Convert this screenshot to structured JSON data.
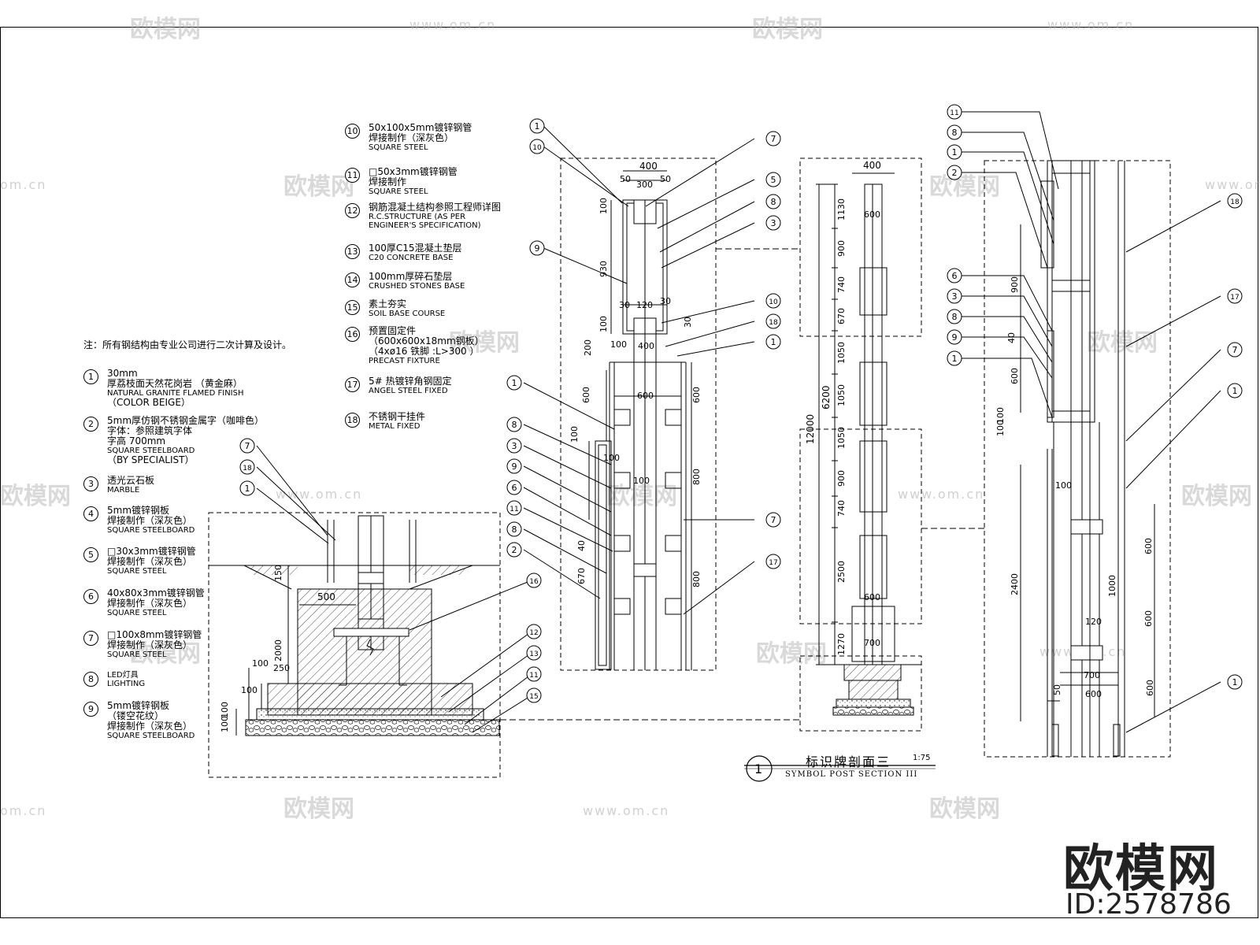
{
  "note": "注：所有钢结构由专业公司进行二次计算及设计。",
  "legend_left": [
    {
      "num": "1",
      "lines": [
        "30mm",
        "厚荔枝面天然花岗岩 （黄金麻）",
        "NATURAL GRANITE FLAMED FINISH",
        "（COLOR BEIGE）"
      ]
    },
    {
      "num": "2",
      "lines": [
        "5mm厚仿钢不锈钢金属字（咖啡色）",
        "字体：参照建筑字体",
        "字高 700mm",
        "SQUARE STEELBOARD",
        "（BY SPECIALIST）"
      ]
    },
    {
      "num": "3",
      "lines": [
        "透光云石板",
        "MARBLE"
      ]
    },
    {
      "num": "4",
      "lines": [
        "5mm镀锌钢板",
        "焊接制作（深灰色）",
        "SQUARE STEELBOARD"
      ]
    },
    {
      "num": "5",
      "lines": [
        "□30x3mm镀锌钢管",
        "焊接制作（深灰色）",
        "SQUARE STEEL"
      ]
    },
    {
      "num": "6",
      "lines": [
        "40x80x3mm镀锌钢管",
        "焊接制作（深灰色）",
        "SQUARE STEEL"
      ]
    },
    {
      "num": "7",
      "lines": [
        "□100x8mm镀锌钢管",
        "焊接制作（深灰色）",
        "SQUARE STEEL"
      ]
    },
    {
      "num": "8",
      "lines": [
        "LED灯具",
        "LIGHTING"
      ]
    },
    {
      "num": "9",
      "lines": [
        "5mm镀锌钢板",
        "（镂空花纹）",
        "焊接制作（深灰色）",
        "SQUARE STEELBOARD"
      ]
    }
  ],
  "legend_right": [
    {
      "num": "10",
      "lines": [
        "50x100x5mm镀锌钢管",
        "焊接制作（深灰色）",
        "SQUARE STEEL"
      ]
    },
    {
      "num": "11",
      "lines": [
        "□50x3mm镀锌钢管",
        "焊接制作",
        "SQUARE STEEL"
      ]
    },
    {
      "num": "12",
      "lines": [
        "钢筋混凝土结构参照工程师详图",
        "R.C.STRUCTURE (AS PER",
        "ENGINEER'S SPECIFICATION)"
      ]
    },
    {
      "num": "13",
      "lines": [
        "100厚C15混凝土垫层",
        "C20 CONCRETE BASE"
      ]
    },
    {
      "num": "14",
      "lines": [
        "100mm厚碎石垫层",
        "CRUSHED STONES BASE"
      ]
    },
    {
      "num": "15",
      "lines": [
        "素土夯实",
        "SOIL BASE COURSE"
      ]
    },
    {
      "num": "16",
      "lines": [
        "预置固定件",
        "（600x600x18mm钢板）",
        "（4xø16 铁脚 :L>300 ）",
        "PRECAST FIXTURE"
      ]
    },
    {
      "num": "17",
      "lines": [
        "5# 热镀锌角钢固定",
        "ANGEL STEEL FIXED"
      ]
    },
    {
      "num": "18",
      "lines": [
        "不锈钢干挂件",
        "METAL FIXED"
      ]
    }
  ],
  "dims": {
    "top_w": "400",
    "top_a": "50",
    "top_b": "300",
    "top_c": "50",
    "d100a": "100",
    "d930": "930",
    "d30": "30",
    "d120": "120",
    "d30b": "30",
    "d100b": "100",
    "d400": "400",
    "d200": "200",
    "d600": "600",
    "d600b": "600",
    "d600c": "600",
    "d800": "800",
    "d800b": "800",
    "d100c": "100",
    "d670": "670",
    "d40": "40",
    "d100d": "100",
    "d100e": "100",
    "d30c": "30",
    "d100f": "100",
    "f500": "500",
    "f150": "150",
    "f2000": "2000",
    "f100": "100",
    "f250": "250",
    "f100b": "100",
    "f100c": "100",
    "f100d": "100",
    "e400": "400",
    "e1130": "1130",
    "e900": "900",
    "e740": "740",
    "e670": "670",
    "e1050a": "1050",
    "e1050b": "1050",
    "e1050c": "1050",
    "e900b": "900",
    "e740b": "740",
    "e2500": "2500",
    "e1270": "1270",
    "e6200": "6200",
    "e12000": "12000",
    "e600": "600",
    "e600b": "600",
    "e700": "700",
    "r900": "900",
    "r40": "40",
    "r600": "600",
    "r100": "100",
    "r100b": "100",
    "r100c": "100",
    "r2400": "2400",
    "r600b": "600",
    "r600c": "600",
    "r1000": "1000",
    "r120": "120",
    "r700": "700",
    "r50": "50",
    "r600d": "600",
    "r600e": "600"
  },
  "title": {
    "num": "1",
    "zh": "标识牌剖面三",
    "scale": "1:75",
    "en": "SYMBOL POST SECTION III"
  },
  "watermark": {
    "brand": "欧模网",
    "id": "ID:2578786",
    "site": "www.om.cn",
    "site_short": "om.cn"
  }
}
